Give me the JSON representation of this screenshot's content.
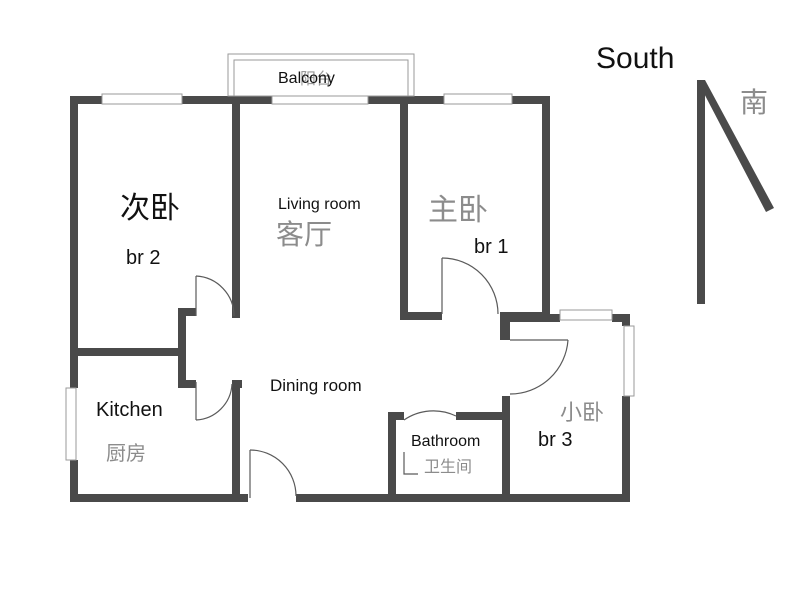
{
  "compass": {
    "direction_en": "South",
    "direction_cn": "南"
  },
  "rooms": {
    "balcony": {
      "en": "Balcony",
      "cn": "阳台"
    },
    "living_room": {
      "en": "Living room",
      "cn": "客厅"
    },
    "bedroom_1": {
      "en": "br 1",
      "cn": "主卧"
    },
    "bedroom_2": {
      "en": "br 2",
      "cn": "次卧"
    },
    "bedroom_3": {
      "en": "br 3",
      "cn": "小卧"
    },
    "kitchen": {
      "en": "Kitchen",
      "cn": "厨房"
    },
    "dining_room": {
      "en": "Dining room"
    },
    "bathroom": {
      "en": "Bathroom",
      "cn": "卫生间"
    }
  },
  "colors": {
    "wall": "#4a4a4a",
    "label_en": "#111111",
    "label_cn": "#8c8c8c"
  }
}
